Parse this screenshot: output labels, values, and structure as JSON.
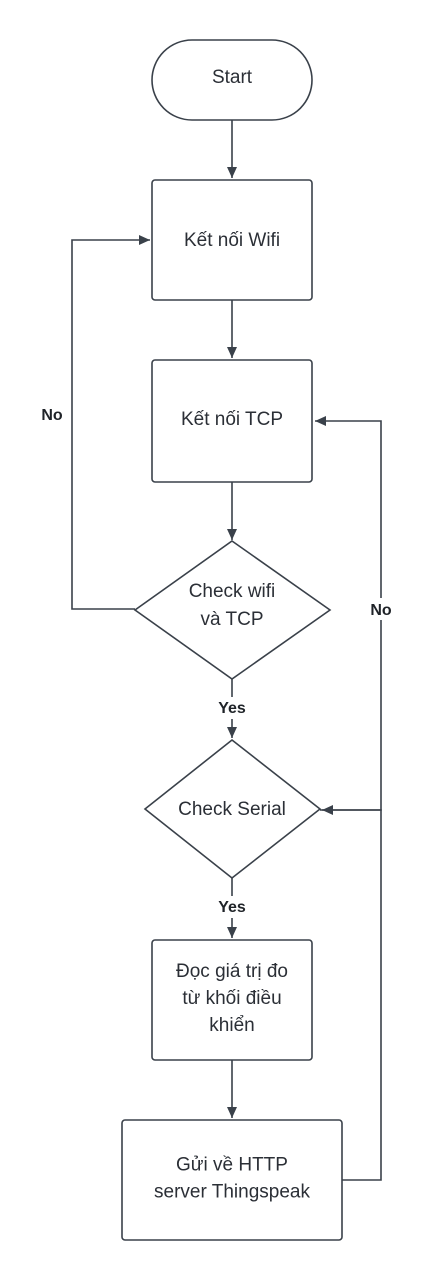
{
  "diagram": {
    "nodes": {
      "start": {
        "lines": [
          "Start"
        ]
      },
      "wifi": {
        "lines": [
          "Kết nối Wifi"
        ]
      },
      "tcp": {
        "lines": [
          "Kết nối TCP"
        ]
      },
      "check_wifi_tcp": {
        "lines": [
          "Check wifi",
          "và TCP"
        ]
      },
      "check_serial": {
        "lines": [
          "Check Serial"
        ]
      },
      "read_values": {
        "lines": [
          "Đọc giá trị đo",
          "từ khối điều",
          "khiển"
        ]
      },
      "send_http": {
        "lines": [
          "Gửi về HTTP",
          "server Thingspeak"
        ]
      }
    },
    "edges": {
      "no_left": "No",
      "no_right": "No",
      "yes_1": "Yes",
      "yes_2": "Yes"
    },
    "colors": {
      "stroke": "#3a414a",
      "fill": "#ffffff",
      "text": "#2b2f36"
    }
  }
}
